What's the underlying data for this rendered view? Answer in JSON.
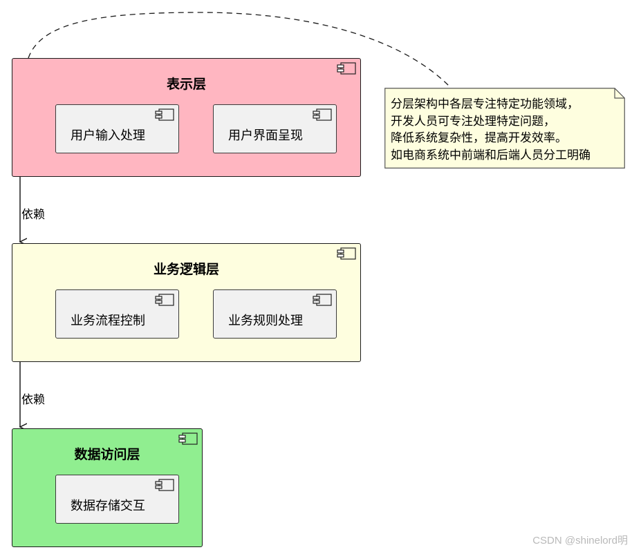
{
  "layers": [
    {
      "title": "表示层",
      "fill": "#FFB6C1",
      "components": [
        "用户输入处理",
        "用户界面呈现"
      ]
    },
    {
      "title": "业务逻辑层",
      "fill": "#FEFEDF",
      "components": [
        "业务流程控制",
        "业务规则处理"
      ]
    },
    {
      "title": "数据访问层",
      "fill": "#90EE90",
      "components": [
        "数据存储交互"
      ]
    }
  ],
  "edges": [
    {
      "label": "依赖"
    },
    {
      "label": "依赖"
    }
  ],
  "note": {
    "fill": "#FEFEDF",
    "lines": [
      "分层架构中各层专注特定功能领域，",
      "开发人员可专注处理特定问题，",
      "降低系统复杂性，提高开发效率。",
      "如电商系统中前端和后端人员分工明确"
    ]
  },
  "watermark": "CSDN @shinelord明",
  "icons": {
    "component": "component-icon"
  }
}
